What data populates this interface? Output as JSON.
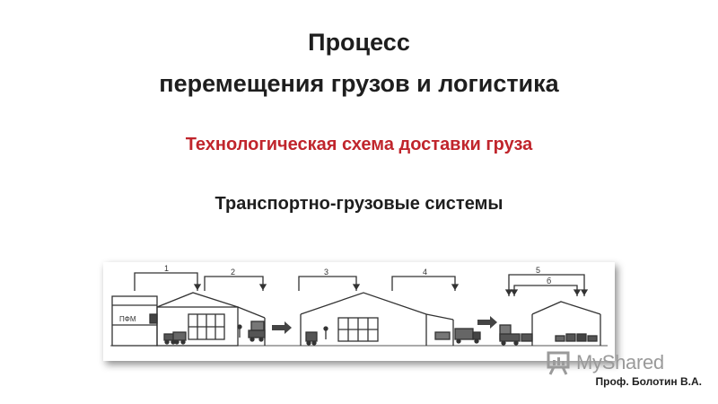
{
  "slide": {
    "title_line1": "Процесс",
    "title_line2": "перемещения грузов и логистика",
    "subtitle": "Технологическая схема доставки груза",
    "heading": "Транспортно-грузовые системы",
    "author": "Проф. Болотин В.А."
  },
  "diagram": {
    "stage_labels": [
      "1",
      "2",
      "3",
      "4",
      "5",
      "б"
    ],
    "building_label": "ПФМ"
  },
  "watermark": {
    "text": "MyShared",
    "icon": "presentation-board-icon"
  },
  "colors": {
    "title": "#1e1e1e",
    "subtitle": "#c0252c",
    "watermark": "#9a9a9a"
  }
}
